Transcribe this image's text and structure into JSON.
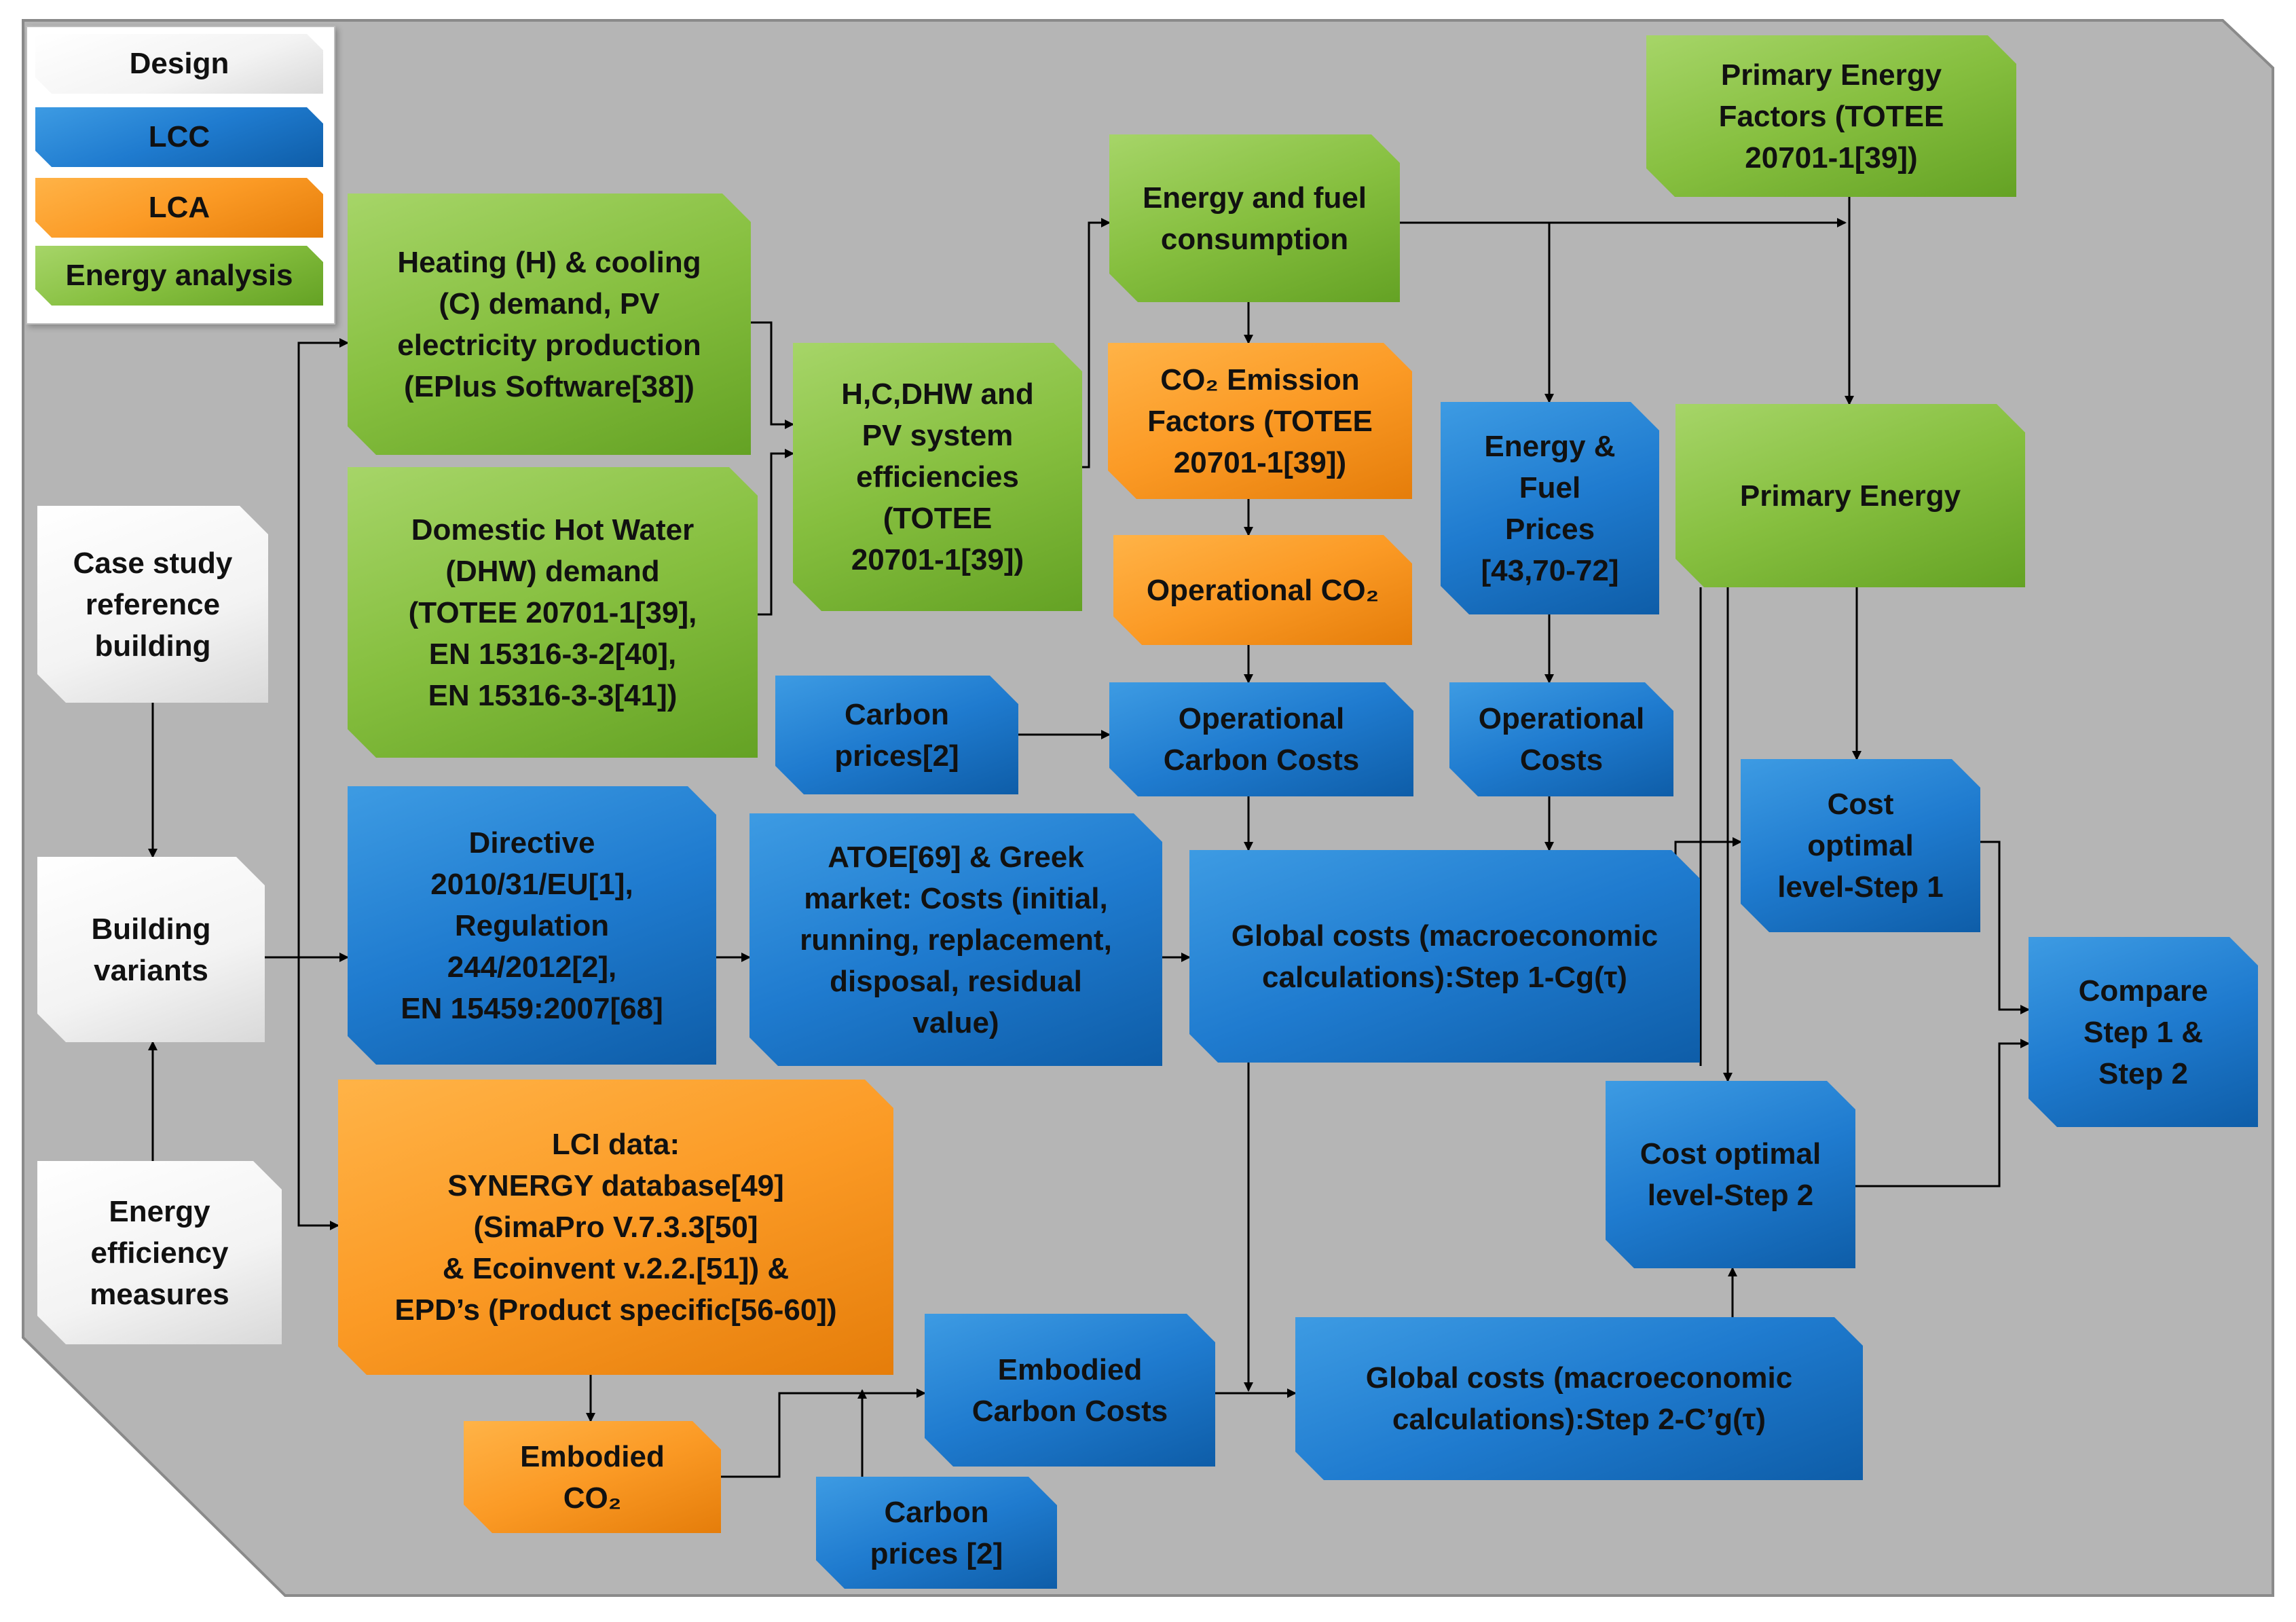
{
  "legend": {
    "design": "Design",
    "lcc": "LCC",
    "lca": "LCA",
    "energy": "Energy analysis"
  },
  "nodes": {
    "case_study": "Case study\nreference\nbuilding",
    "building_variants": "Building\nvariants",
    "energy_measures": "Energy\nefficiency\nmeasures",
    "heating_cooling": "Heating (H) & cooling\n(C) demand, PV\nelectricity production\n(EPlus Software[38])",
    "dhw_demand": "Domestic Hot Water\n(DHW) demand\n(TOTEE 20701-1[39],\nEN 15316-3-2[40],\nEN 15316-3-3[41])",
    "system_efficiencies": "H,C,DHW and\nPV system\nefficiencies\n(TOTEE\n20701-1[39])",
    "energy_fuel_consumption": "Energy and fuel\nconsumption",
    "co2_emission_factors": "CO₂ Emission\nFactors (TOTEE\n20701-1[39])",
    "operational_co2": "Operational CO₂",
    "energy_fuel_prices": "Energy &\nFuel\nPrices\n[43,70-72]",
    "primary_energy_factors": "Primary Energy\nFactors (TOTEE\n20701-1[39])",
    "primary_energy": "Primary Energy",
    "carbon_prices_1": "Carbon\nprices[2]",
    "operational_carbon_costs": "Operational\nCarbon Costs",
    "operational_costs": "Operational\nCosts",
    "directive": "Directive\n2010/31/EU[1],\nRegulation\n244/2012[2],\nEN 15459:2007[68]",
    "atoe": "ATOE[69] & Greek\nmarket: Costs (initial,\nrunning, replacement,\ndisposal, residual\nvalue)",
    "global_costs_1": "Global costs (macroeconomic\ncalculations):Step 1-Cg(τ)",
    "cost_optimal_1": "Cost\noptimal\nlevel-Step 1",
    "compare": "Compare\nStep 1 &\nStep 2",
    "cost_optimal_2": "Cost optimal\nlevel-Step 2",
    "lci_data": "LCI data:\nSYNERGY database[49]\n(SimaPro V.7.3.3[50]\n& Ecoinvent v.2.2.[51]) &\nEPD’s (Product specific[56-60])",
    "embodied_co2": "Embodied\nCO₂",
    "embodied_carbon_costs": "Embodied\nCarbon Costs",
    "carbon_prices_2": "Carbon\nprices [2]",
    "global_costs_2": "Global costs (macroeconomic\ncalculations):Step 2-C’g(τ)"
  },
  "colors": {
    "background_panel": "#b5b5b5",
    "design": "#ffffff",
    "lcc": "#1f7bcf",
    "lca": "#fb9a25",
    "energy": "#86bf3f",
    "arrow": "#000000"
  }
}
